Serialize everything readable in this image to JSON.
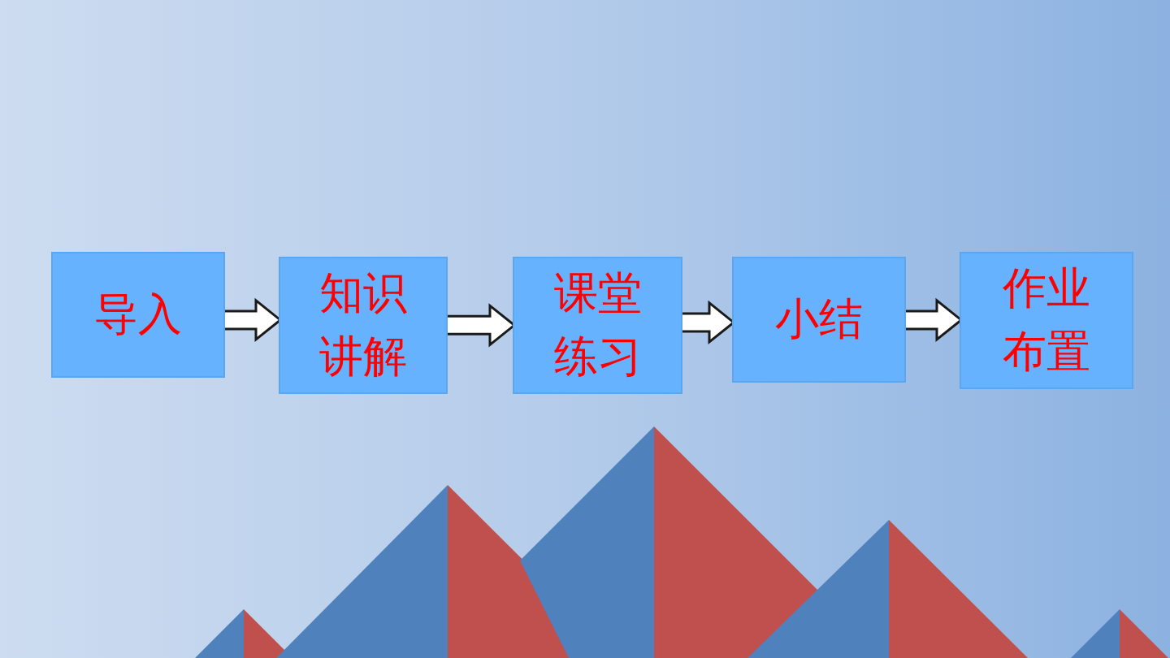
{
  "diagram": {
    "nodes": [
      {
        "text": [
          "导入"
        ]
      },
      {
        "text": [
          "知识 讲解"
        ]
      },
      {
        "text": [
          "课堂 练习"
        ]
      },
      {
        "text": [
          "小结"
        ]
      },
      {
        "text": [
          "作业 布置"
        ]
      }
    ],
    "edges": [
      {
        "from": 0,
        "to": 1,
        "arrow": "to"
      },
      {
        "from": 1,
        "to": 2,
        "arrow": "to"
      },
      {
        "from": 2,
        "to": 3,
        "arrow": "to"
      },
      {
        "from": 3,
        "to": 4,
        "arrow": "to"
      }
    ]
  }
}
